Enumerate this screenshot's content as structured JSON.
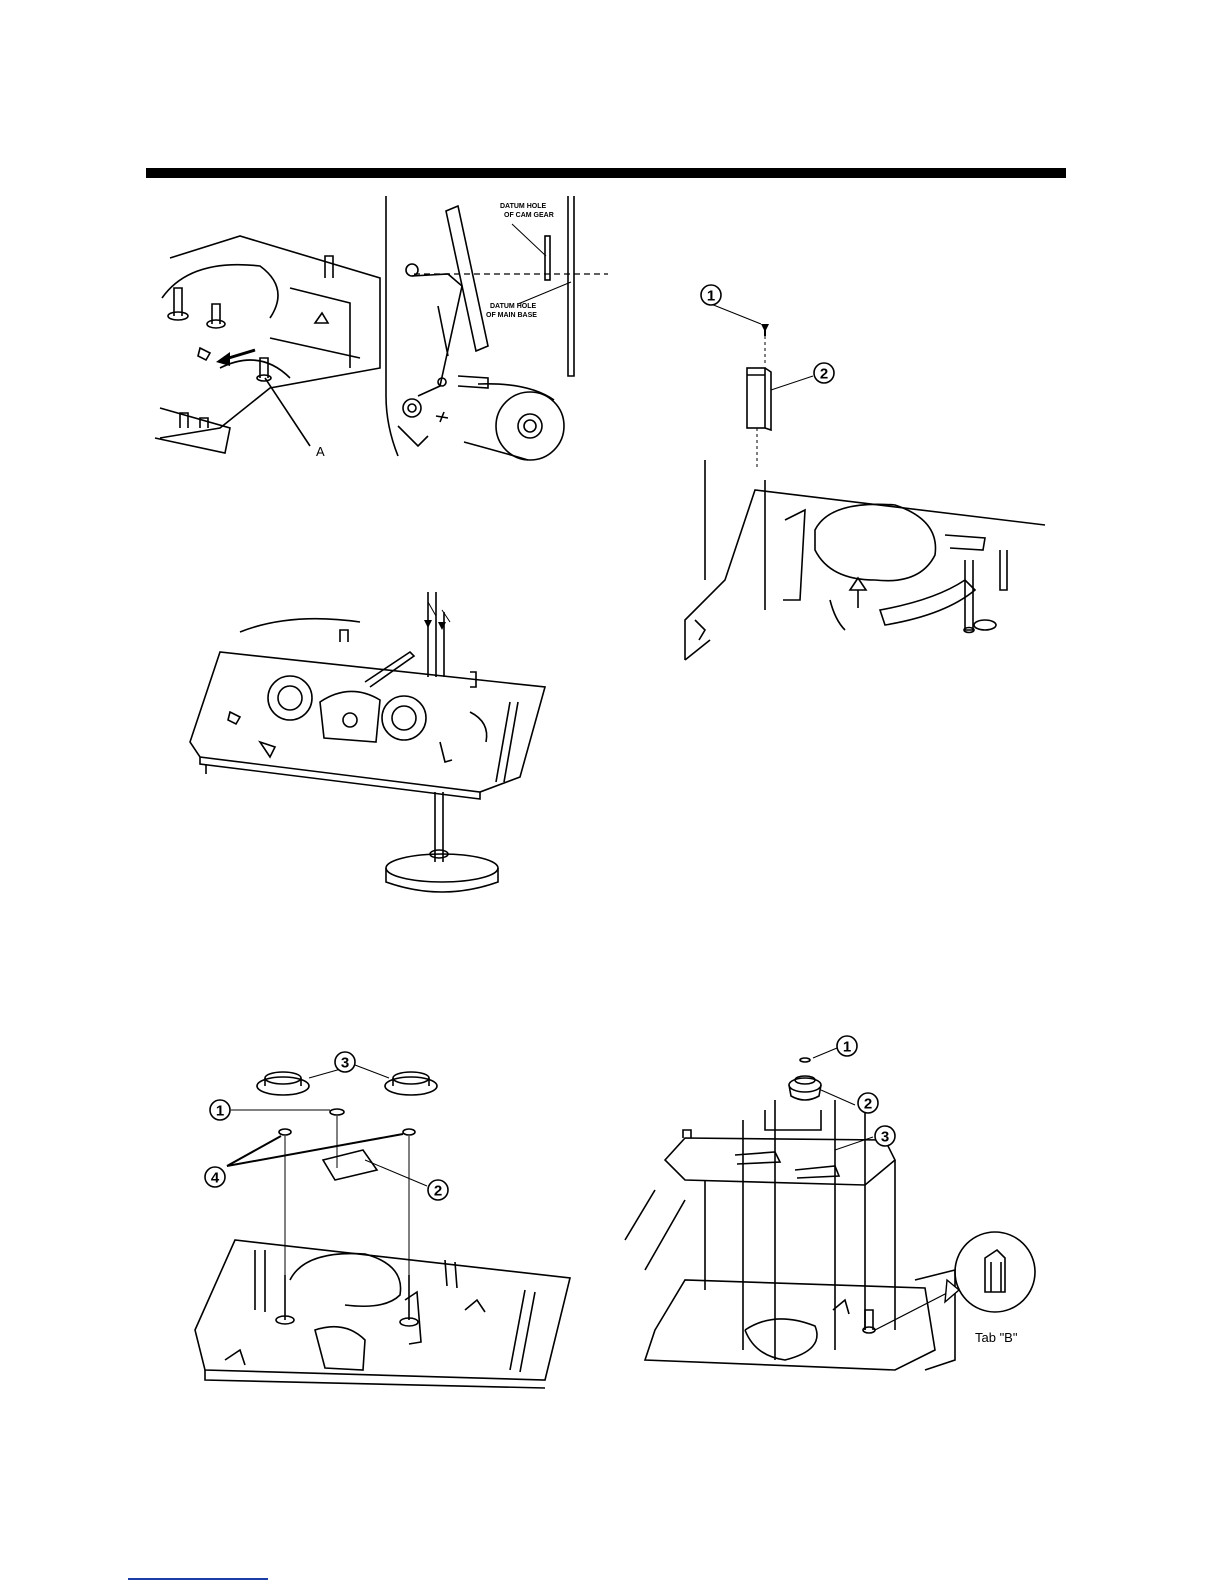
{
  "figure_a": {
    "label": "A"
  },
  "figure_b": {
    "datum_cam_gear": [
      "DATUM HOLE",
      "OF CAM GEAR"
    ],
    "datum_main_base": [
      "DATUM HOLE",
      "OF MAIN BASE"
    ]
  },
  "figure_c": {
    "callouts": [
      "1",
      "2"
    ]
  },
  "figure_e": {
    "callouts": [
      "1",
      "2",
      "3",
      "4"
    ]
  },
  "figure_f": {
    "callouts": [
      "1",
      "2",
      "3"
    ],
    "tab_label": "Tab \"B\""
  }
}
